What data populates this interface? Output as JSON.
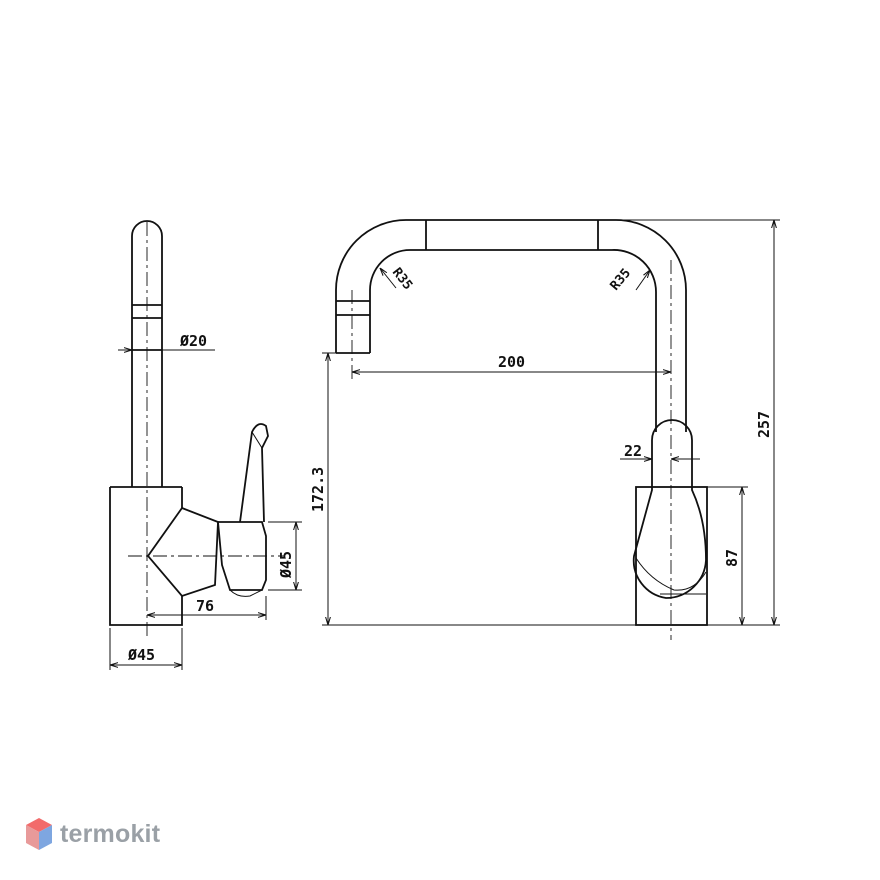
{
  "dimensions": {
    "pipe_diameter": "Ø20",
    "base_diameter_bottom": "Ø45",
    "handle_diameter": "Ø45",
    "handle_offset": "76",
    "spout_height": "172.3",
    "spout_reach": "200",
    "bend_radius_left": "R35",
    "bend_radius_right": "R35",
    "handle_depth": "22",
    "base_height": "87",
    "total_height": "257"
  },
  "watermark": {
    "brand": "termokit",
    "colors": {
      "top": "#f26b6b",
      "left": "#e89a9a",
      "right": "#7ea6e0",
      "text": "#9aa0a6"
    }
  }
}
